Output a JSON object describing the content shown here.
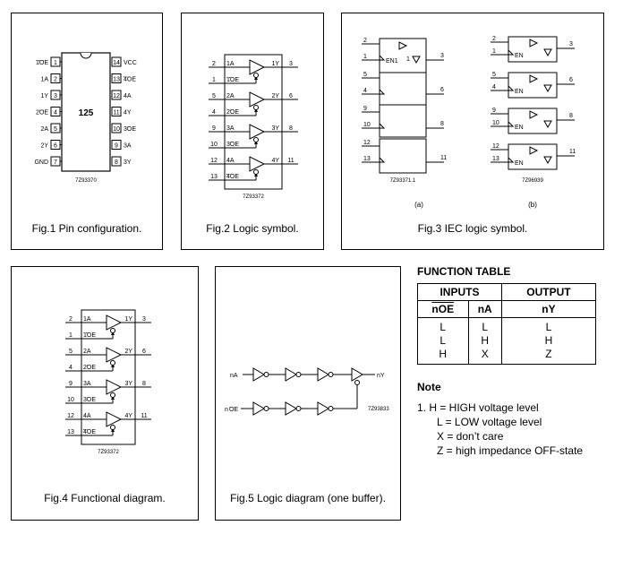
{
  "fig1": {
    "caption": "Fig.1  Pin configuration.",
    "chip_label": "125",
    "code": "7Z93370",
    "left_pins": [
      {
        "num": "1",
        "label": "1OE",
        "ob": true
      },
      {
        "num": "2",
        "label": "1A",
        "ob": false
      },
      {
        "num": "3",
        "label": "1Y",
        "ob": false
      },
      {
        "num": "4",
        "label": "2OE",
        "ob": true
      },
      {
        "num": "5",
        "label": "2A",
        "ob": false
      },
      {
        "num": "6",
        "label": "2Y",
        "ob": false
      },
      {
        "num": "7",
        "label": "GND",
        "ob": false
      }
    ],
    "right_pins": [
      {
        "num": "14",
        "label": "VCC",
        "ob": false
      },
      {
        "num": "13",
        "label": "4OE",
        "ob": true
      },
      {
        "num": "12",
        "label": "4A",
        "ob": false
      },
      {
        "num": "11",
        "label": "4Y",
        "ob": false
      },
      {
        "num": "10",
        "label": "3OE",
        "ob": true
      },
      {
        "num": "9",
        "label": "3A",
        "ob": false
      },
      {
        "num": "8",
        "label": "3Y",
        "ob": false
      }
    ]
  },
  "fig2": {
    "caption": "Fig.2  Logic symbol.",
    "code": "7Z93372",
    "buffers": [
      {
        "a_num": "2",
        "a_label": "1A",
        "oe_num": "1",
        "oe_label": "1OE",
        "y_label": "1Y",
        "y_num": "3"
      },
      {
        "a_num": "5",
        "a_label": "2A",
        "oe_num": "4",
        "oe_label": "2OE",
        "y_label": "2Y",
        "y_num": "6"
      },
      {
        "a_num": "9",
        "a_label": "3A",
        "oe_num": "10",
        "oe_label": "3OE",
        "y_label": "3Y",
        "y_num": "8"
      },
      {
        "a_num": "12",
        "a_label": "4A",
        "oe_num": "13",
        "oe_label": "4OE",
        "y_label": "4Y",
        "y_num": "11"
      }
    ]
  },
  "fig3": {
    "caption": "Fig.3  IEC logic symbol.",
    "sub_a": "(a)",
    "sub_b": "(b)",
    "code_a": "7Z93371.1",
    "code_b": "7Z96939",
    "en_label": "EN1",
    "en_short": "EN",
    "out_label": "1",
    "pins": [
      {
        "en": "1",
        "in": "2",
        "out": "3"
      },
      {
        "en": "4",
        "in": "5",
        "out": "6"
      },
      {
        "en": "10",
        "in": "9",
        "out": "8"
      },
      {
        "en": "13",
        "in": "12",
        "out": "11"
      }
    ]
  },
  "fig4": {
    "caption": "Fig.4  Functional diagram.",
    "code": "7Z93372"
  },
  "fig5": {
    "caption": "Fig.5  Logic diagram (one buffer).",
    "in_a": "nA",
    "in_oe": "nOE",
    "out_y": "nY",
    "code": "7Z93833"
  },
  "function_table": {
    "title": "FUNCTION TABLE",
    "group_inputs": "INPUTS",
    "group_output": "OUTPUT",
    "col_oe": "nOE",
    "col_a": "nA",
    "col_y": "nY",
    "rows": [
      {
        "oe": "L",
        "a": "L",
        "y": "L"
      },
      {
        "oe": "L",
        "a": "H",
        "y": "H"
      },
      {
        "oe": "H",
        "a": "X",
        "y": "Z"
      }
    ]
  },
  "note": {
    "title": "Note",
    "lines": [
      "1.   H = HIGH voltage level",
      "L = LOW voltage level",
      "X = don’t care",
      "Z = high impedance OFF-state"
    ]
  }
}
